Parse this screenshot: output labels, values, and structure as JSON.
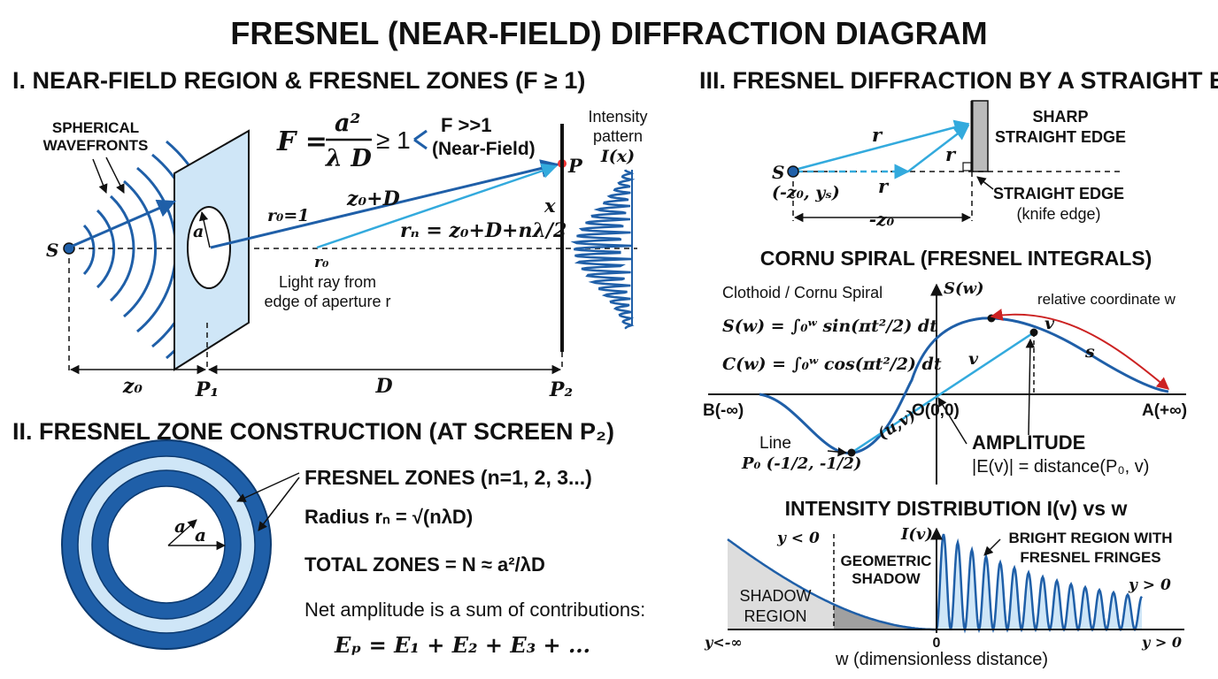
{
  "title": "FRESNEL (NEAR-FIELD) DIFFRACTION DIAGRAM",
  "section1": {
    "heading": "I. NEAR-FIELD REGION & FRESNEL ZONES (F ≥ 1)",
    "spherical": [
      "SPHERICAL",
      "WAVEFRONTS"
    ],
    "formula": "F = a² / λD ≥ 1",
    "nearfield": [
      "F >>1",
      "(Near-Field)"
    ],
    "intensity": [
      "Intensity",
      "pattern",
      "I(x)"
    ],
    "source": "S",
    "a": "a",
    "r0eq": "r₀=1",
    "z0D": "z₀+D",
    "rn": "rₙ = z₀+D+nλ/2",
    "r0": "r₀",
    "rayNote": [
      "Light ray from",
      "edge of aperture r"
    ],
    "P": "P",
    "x": "x",
    "dims": {
      "z0": "z₀",
      "P1": "P₁",
      "D": "D",
      "P2": "P₂"
    }
  },
  "section2": {
    "heading": "II. FRESNEL ZONE CONSTRUCTION (AT SCREEN P₂)",
    "zones": "FRESNEL ZONES (n=1, 2, 3...)",
    "radius": "Radius rₙ = √(nλD)",
    "total": "TOTAL ZONES = N ≈ a²/λD",
    "net": "Net amplitude is a sum of contributions:",
    "sum": "Eₚ = E₁ + E₂ + E₃ + ...",
    "a": "a"
  },
  "section3": {
    "heading": "III. FRESNEL DIFFRACTION BY A STRAIGHT EDGE",
    "edge": [
      "SHARP",
      "STRAIGHT EDGE"
    ],
    "knife": [
      "STRAIGHT EDGE",
      "(knife edge)"
    ],
    "S": "S",
    "coords": "(-z₀, yₛ)",
    "r": "r",
    "dist": "-z₀"
  },
  "cornu": {
    "heading": "CORNU SPIRAL (FRESNEL INTEGRALS)",
    "clothoid": "Clothoid / Cornu Spiral",
    "Sw": "S(w) = ∫₀ʷ sin(πt²/2) dt",
    "Cw": "C(w) = ∫₀ʷ cos(πt²/2) dt",
    "axisY": "S(w)",
    "B": "B(-∞)",
    "O": "O(0,0)",
    "A": "A(+∞)",
    "relcoord": "relative coordinate w",
    "v": "v",
    "s": "s",
    "uv": "(u,v)",
    "line": "Line",
    "P0": "P₀ (-1/2, -1/2)",
    "amp": [
      "AMPLITUDE",
      "|E(v)| = distance(P₀, v)"
    ]
  },
  "intensity": {
    "heading": "INTENSITY DISTRIBUTION I(v) vs w",
    "ylt0": "y < 0",
    "geo": [
      "GEOMETRIC",
      "SHADOW"
    ],
    "shadow": [
      "SHADOW",
      "REGION"
    ],
    "axis": "I(v)",
    "bright": [
      "BRIGHT REGION WITH",
      "FRESNEL FRINGES"
    ],
    "ygt0": "y > 0",
    "left": "y<-∞",
    "zero": "0",
    "right": "y > 0",
    "xlabel": "w (dimensionless distance)"
  },
  "colors": {
    "blue": "#1f5fa8",
    "light": "#cfe6f7",
    "cyan": "#33aadd",
    "red": "#cc2222"
  }
}
